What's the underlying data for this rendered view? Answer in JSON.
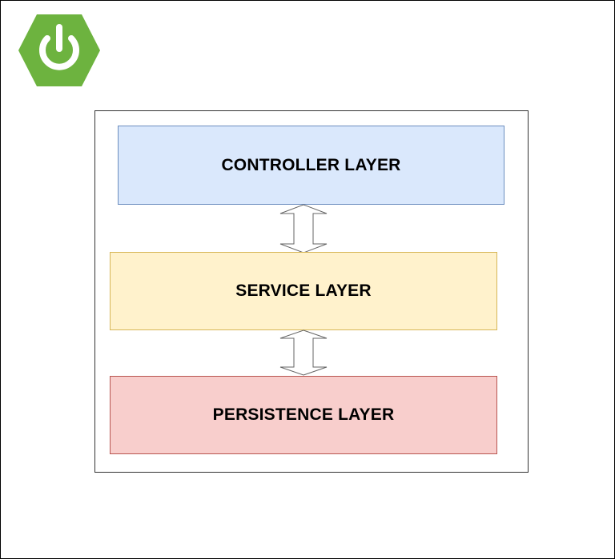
{
  "logo": {
    "icon": "spring-power-icon",
    "color": "#6db33f"
  },
  "layers": [
    {
      "label": "CONTROLLER LAYER",
      "fill": "#dae8fc",
      "stroke": "#6c8ebf"
    },
    {
      "label": "SERVICE LAYER",
      "fill": "#fff2cc",
      "stroke": "#d6b656"
    },
    {
      "label": "PERSISTENCE LAYER",
      "fill": "#f8cecc",
      "stroke": "#b85450"
    }
  ],
  "connectors": [
    {
      "from": "CONTROLLER LAYER",
      "to": "SERVICE LAYER",
      "type": "bidirectional-arrow",
      "color": "#666666"
    },
    {
      "from": "SERVICE LAYER",
      "to": "PERSISTENCE LAYER",
      "type": "bidirectional-arrow",
      "color": "#666666"
    }
  ]
}
